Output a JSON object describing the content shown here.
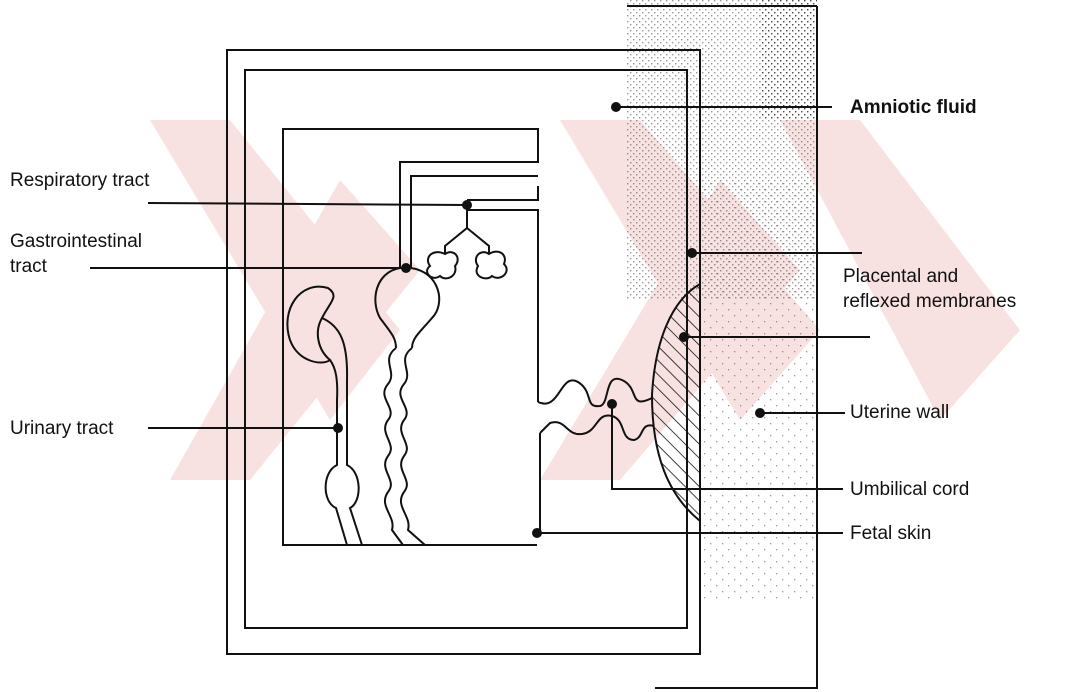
{
  "labels": {
    "amniotic_fluid": "Amniotic fluid",
    "respiratory_tract": "Respiratory tract",
    "gastrointestinal_line1": "Gastrointestinal",
    "gastrointestinal_line2": "tract",
    "placental_line1": "Placental and",
    "placental_line2": "reflexed membranes",
    "urinary_tract": "Urinary tract",
    "uterine_wall": "Uterine wall",
    "umbilical_cord": "Umbilical cord",
    "fetal_skin": "Fetal skin"
  },
  "colors": {
    "line": "#111111",
    "stipple": "#444444",
    "watermark": "#f3c9c9",
    "background": "#ffffff"
  }
}
